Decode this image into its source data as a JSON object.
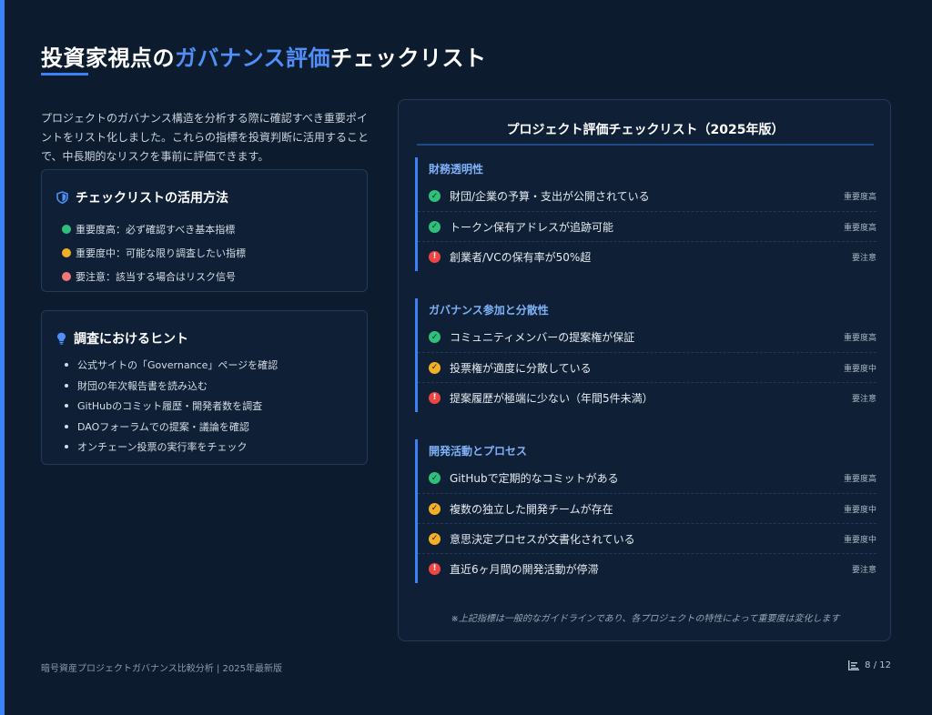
{
  "header": {
    "title_pre": "投資家視点の",
    "title_highlight": "ガバナンス評価",
    "title_post": "チェックリスト"
  },
  "intro": "プロジェクトのガバナンス構造を分析する際に確認すべき重要ポイントをリスト化しました。これらの指標を投資判断に活用することで、中長期的なリスクを事前に評価できます。",
  "usage": {
    "title": "チェックリストの活用方法",
    "items": [
      {
        "label": "重要度高：必ず確認すべき基本指標",
        "color": "#2ec07a"
      },
      {
        "label": "重要度中：可能な限り調査したい指標",
        "color": "#f2b024"
      },
      {
        "label": "要注意：該当する場合はリスク信号",
        "color": "#f07878"
      }
    ]
  },
  "hints": {
    "title": "調査におけるヒント",
    "items": [
      "公式サイトの「Governance」ページを確認",
      "財団の年次報告書を読み込む",
      "GitHubのコミット履歴・開発者数を調査",
      "DAOフォーラムでの提案・議論を確認",
      "オンチェーン投票の実行率をチェック"
    ]
  },
  "checklist": {
    "title": "プロジェクト評価チェックリスト（2025年版）",
    "sections": [
      {
        "name": "財務透明性",
        "rows": [
          {
            "text": "財団/企業の予算・支出が公開されている",
            "badge": "重要度高",
            "status": "ok"
          },
          {
            "text": "トークン保有アドレスが追跡可能",
            "badge": "重要度高",
            "status": "ok"
          },
          {
            "text": "創業者/VCの保有率が50%超",
            "badge": "要注意",
            "status": "warn"
          }
        ]
      },
      {
        "name": "ガバナンス参加と分散性",
        "rows": [
          {
            "text": "コミュニティメンバーの提案権が保証",
            "badge": "重要度高",
            "status": "ok"
          },
          {
            "text": "投票権が適度に分散している",
            "badge": "重要度中",
            "status": "mid"
          },
          {
            "text": "提案履歴が極端に少ない（年間5件未満）",
            "badge": "要注意",
            "status": "warn"
          }
        ]
      },
      {
        "name": "開発活動とプロセス",
        "rows": [
          {
            "text": "GitHubで定期的なコミットがある",
            "badge": "重要度高",
            "status": "ok"
          },
          {
            "text": "複数の独立した開発チームが存在",
            "badge": "重要度中",
            "status": "mid"
          },
          {
            "text": "意思決定プロセスが文書化されている",
            "badge": "重要度中",
            "status": "mid"
          },
          {
            "text": "直近6ヶ月間の開発活動が停滞",
            "badge": "要注意",
            "status": "warn"
          }
        ]
      }
    ],
    "note": "※上記指標は一般的なガイドラインであり、各プロジェクトの特性によって重要度は変化します"
  },
  "footer": {
    "left": "暗号資産プロジェクトガバナンス比較分析 | 2025年最新版",
    "page": "8 / 12"
  },
  "icons": {
    "usage": "shield-icon",
    "hints": "lightbulb-icon",
    "footer": "bar-chart-icon",
    "ok": "check-circle-icon",
    "mid": "check-circle-icon",
    "warn": "exclamation-circle-icon"
  }
}
